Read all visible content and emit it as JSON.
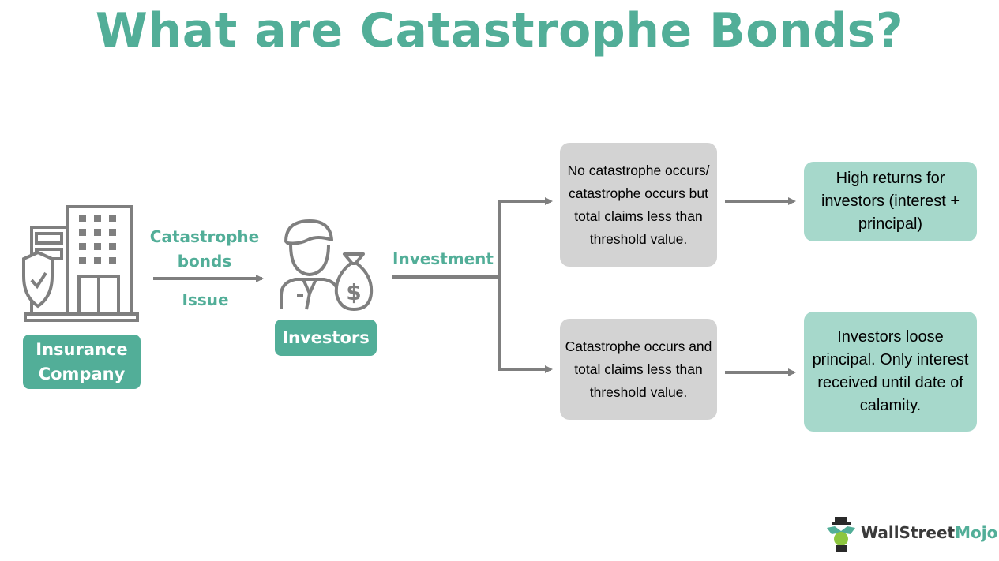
{
  "title": "What are Catastrophe Bonds?",
  "nodes": {
    "insurance_company": "Insurance Company",
    "investors": "Investors"
  },
  "edge_labels": {
    "catastrophe_bonds": "Catastrophe bonds",
    "issue": "Issue",
    "investment": "Investment"
  },
  "conditions": [
    "No catastrophe occurs/ catastrophe occurs but total claims less than threshold value.",
    "Catastrophe occurs and total claims less than threshold value."
  ],
  "outcomes": [
    "High returns for investors (interest + principal)",
    "Investors loose principal. Only interest received until date of calamity."
  ],
  "logo": {
    "part1": "WallStreet",
    "part2": "Mojo"
  },
  "icons": {
    "building": "building-shield-icon",
    "investor": "investor-money-bag-icon",
    "logo": "wallstreetmojo-logo-icon"
  },
  "colors": {
    "primary": "#52ae98",
    "light_green": "#a6d8cb",
    "grey_box": "#d3d3d3",
    "arrow": "#7f7f7f",
    "icon": "#7f7f7f"
  }
}
